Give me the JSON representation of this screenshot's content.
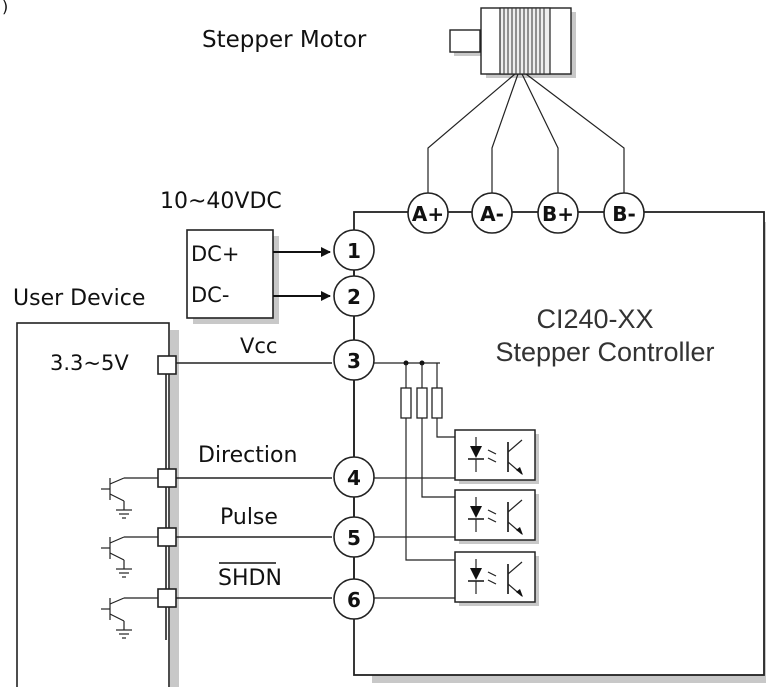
{
  "labels": {
    "stepper_motor": "Stepper Motor",
    "supply_voltage": "10~40VDC",
    "dc_plus": "DC+",
    "dc_minus": "DC-",
    "user_device": "User Device",
    "user_voltage": "3.3~5V",
    "vcc": "Vcc",
    "direction": "Direction",
    "pulse": "Pulse",
    "shdn": "SHDN",
    "controller_model": "CI240-XX",
    "controller_name": "Stepper Controller"
  },
  "motor_terminals": [
    "A+",
    "A-",
    "B+",
    "B-"
  ],
  "pins": [
    "1",
    "2",
    "3",
    "4",
    "5",
    "6"
  ],
  "top_fragment": ")"
}
